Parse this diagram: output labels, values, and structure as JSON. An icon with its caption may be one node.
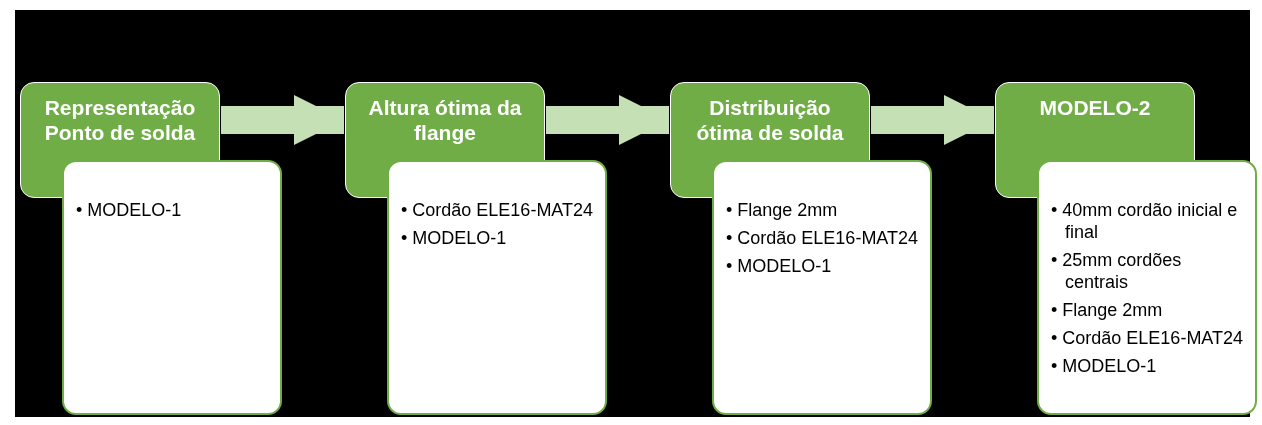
{
  "diagram": {
    "nodes": [
      {
        "text": [
          "Representação Ponto de solda"
        ]
      },
      {
        "text": [
          "• MODELO-1"
        ]
      },
      {
        "text": [
          "Altura ótima da flange"
        ]
      },
      {
        "text": [
          "• Cordão ELE16-MAT24",
          "• MODELO-1"
        ]
      },
      {
        "text": [
          "Distribuição ótima de solda"
        ]
      },
      {
        "text": [
          "• Flange 2mm",
          "• Cordão ELE16-MAT24",
          "• MODELO-1"
        ]
      },
      {
        "text": [
          "MODELO-2"
        ]
      },
      {
        "text": [
          "• 40mm cordão inicial e final",
          "• 25mm cordões centrais",
          "• Flange 2mm",
          "• Cordão ELE16-MAT24",
          "• MODELO-1"
        ]
      }
    ],
    "edges": [
      {
        "from": 0,
        "to": 2,
        "arrow": "to"
      },
      {
        "from": 2,
        "to": 4,
        "arrow": "to"
      },
      {
        "from": 4,
        "to": 6,
        "arrow": "to"
      }
    ]
  }
}
